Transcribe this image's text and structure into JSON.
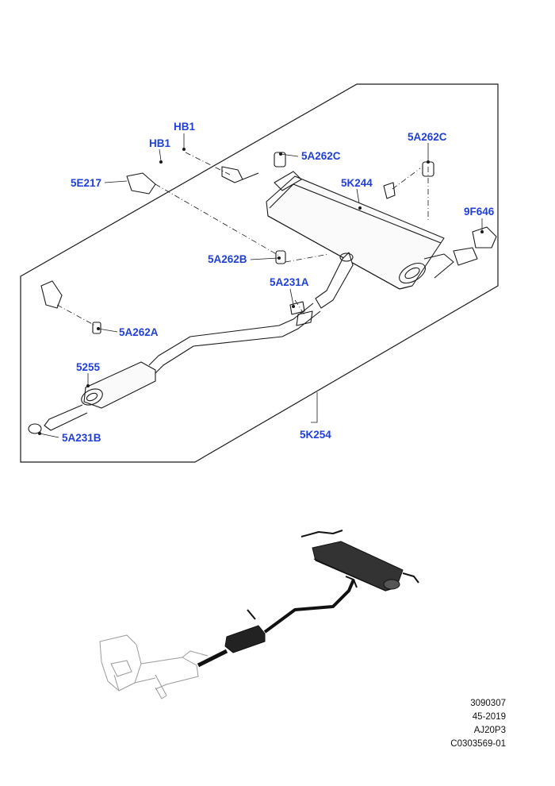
{
  "callouts": {
    "hb1_top": "HB1",
    "hb1": "HB1",
    "p5e217": "5E217",
    "p5a262c_left": "5A262C",
    "p5a262c_right": "5A262C",
    "p5k244": "5K244",
    "p9f646": "9F646",
    "p5a262b": "5A262B",
    "p5a231a": "5A231A",
    "p5a262a": "5A262A",
    "p5255": "5255",
    "p5a231b": "5A231B",
    "p5k254": "5K254"
  },
  "reference": {
    "line1": "3090307",
    "line2": "45-2019",
    "line3": "AJ20P3",
    "line4": "C0303569-01"
  },
  "colors": {
    "callout": "#1f3fd6",
    "line": "#1a1a1a"
  }
}
